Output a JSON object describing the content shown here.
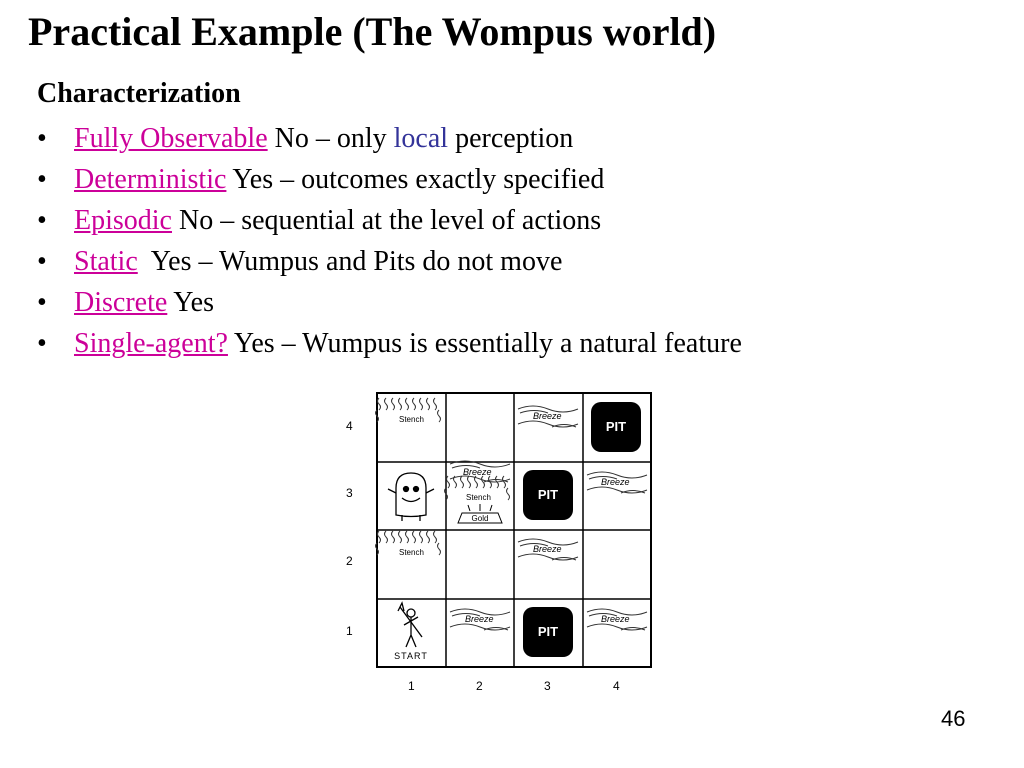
{
  "slide": {
    "title": "Practical Example (The Wompus world)",
    "subtitle": "Characterization",
    "bullet_symbol": "•",
    "bullets": [
      {
        "term": "Fully Observable",
        "text_parts": [
          " No – only ",
          "local",
          " perception"
        ]
      },
      {
        "term": "Deterministic",
        "text": " Yes – outcomes exactly specified"
      },
      {
        "term": "Episodic",
        "text": " No – sequential at the level of actions"
      },
      {
        "term": "Static",
        "text": "  Yes – Wumpus and Pits do not move"
      },
      {
        "term": "Discrete",
        "text": " Yes"
      },
      {
        "term": "Single-agent?",
        "text": " Yes – Wumpus is essentially a natural feature"
      }
    ],
    "page_number": "46"
  },
  "colors": {
    "link": "#cc0099",
    "highlight": "#333399",
    "pit": "#000000"
  },
  "figure": {
    "row_labels": [
      "4",
      "3",
      "2",
      "1"
    ],
    "col_labels": [
      "1",
      "2",
      "3",
      "4"
    ],
    "labels": {
      "pit": "PIT",
      "breeze": "Breeze",
      "stench": "Stench",
      "gold": "Gold",
      "start": "START"
    }
  }
}
